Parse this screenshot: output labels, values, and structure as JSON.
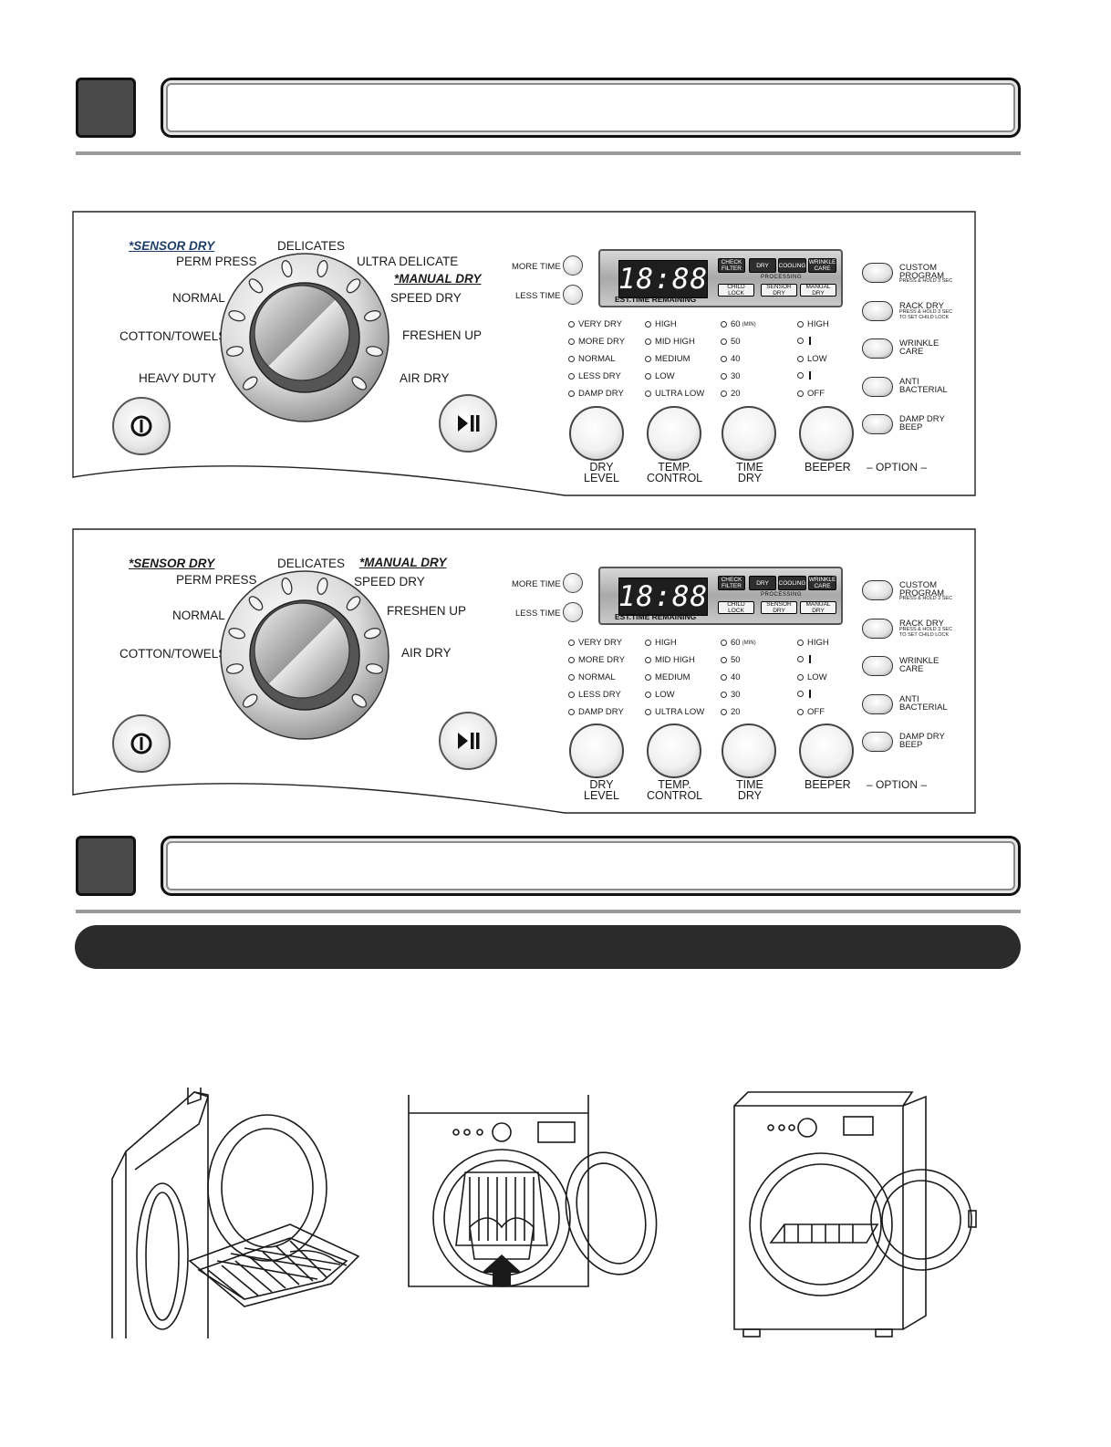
{
  "panels": [
    {
      "sensor_dry": "*SENSOR DRY",
      "manual_dry": "*MANUAL DRY",
      "cycles_left": [
        "PERM PRESS",
        "NORMAL",
        "COTTON/TOWELS",
        "HEAVY DUTY"
      ],
      "cycles_top": "DELICATES",
      "cycles_right": [
        "ULTRA DELICATE",
        "SPEED DRY",
        "FRESHEN UP",
        "AIR DRY"
      ]
    },
    {
      "sensor_dry": "*SENSOR DRY",
      "manual_dry": "*MANUAL DRY",
      "cycles_left": [
        "PERM PRESS",
        "NORMAL",
        "COTTON/TOWELS"
      ],
      "cycles_top": "DELICATES",
      "cycles_right": [
        "SPEED DRY",
        "FRESHEN UP",
        "AIR DRY"
      ]
    }
  ],
  "time": {
    "more": "MORE TIME",
    "less": "LESS TIME"
  },
  "display": {
    "digits": "18:88",
    "est": "EST.TIME REMAINING",
    "processing": "PROCESSING",
    "status_tags": [
      "CHECK FILTER",
      "DRY",
      "COOLING",
      "WRINKLE CARE"
    ],
    "mode_tags": [
      "CHILD LOCK",
      "SENSOR DRY",
      "MANUAL DRY"
    ]
  },
  "dry_level": [
    "VERY DRY",
    "MORE DRY",
    "NORMAL",
    "LESS DRY",
    "DAMP DRY"
  ],
  "temp": [
    "HIGH",
    "MID HIGH",
    "MEDIUM",
    "LOW",
    "ULTRA LOW"
  ],
  "time_dry": [
    "60",
    "50",
    "40",
    "30",
    "20"
  ],
  "time_unit": "(MIN)",
  "beeper": [
    "HIGH",
    "",
    "LOW",
    "",
    "OFF"
  ],
  "buttons": {
    "dry_level": "DRY\nLEVEL",
    "temp": "TEMP.\nCONTROL",
    "time_dry": "TIME\nDRY",
    "beeper": "BEEPER"
  },
  "options": [
    {
      "label": "CUSTOM\nPROGRAM",
      "sub": "PRESS & HOLD 3 SEC"
    },
    {
      "label": "RACK DRY",
      "sub": "PRESS & HOLD 3 SEC\nTO SET CHILD LOCK"
    },
    {
      "label": "WRINKLE\nCARE",
      "sub": ""
    },
    {
      "label": "ANTI\nBACTERIAL",
      "sub": ""
    },
    {
      "label": "DAMP DRY\nBEEP",
      "sub": ""
    }
  ],
  "option_caption": "– OPTION –",
  "icons": {
    "power": "power-icon",
    "start": "play-pause-icon"
  }
}
